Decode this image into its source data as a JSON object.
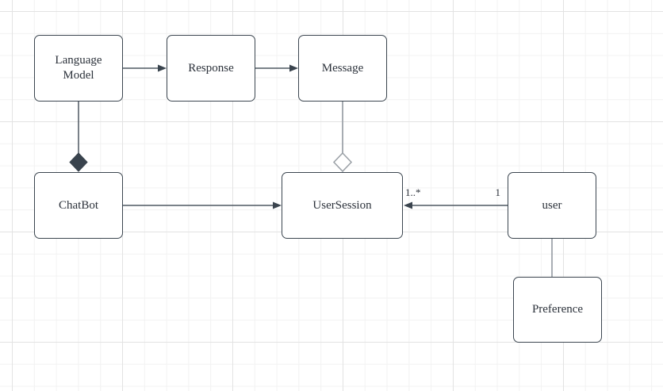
{
  "canvas": {
    "background_color": "#ffffff",
    "grid_minor_color": "#f2f2f2",
    "grid_major_color": "#e3e3e3"
  },
  "diagram": {
    "type": "uml-class-diagram",
    "nodes": [
      {
        "id": "language-model",
        "label": "Language Model"
      },
      {
        "id": "response",
        "label": "Response"
      },
      {
        "id": "message",
        "label": "Message"
      },
      {
        "id": "chatbot",
        "label": "ChatBot"
      },
      {
        "id": "user-session",
        "label": "UserSession"
      },
      {
        "id": "user",
        "label": "user"
      },
      {
        "id": "preference",
        "label": "Preference"
      }
    ],
    "edges": [
      {
        "from": "Language Model",
        "to": "Response",
        "type": "directed-arrow",
        "color": "#4e5862"
      },
      {
        "from": "Response",
        "to": "Message",
        "type": "directed-arrow",
        "color": "#4e5862"
      },
      {
        "from": "Language Model",
        "to": "ChatBot",
        "type": "composition-filled-diamond",
        "diamond_at": "ChatBot",
        "color": "#4e5862"
      },
      {
        "from": "Message",
        "to": "UserSession",
        "type": "aggregation-hollow-diamond",
        "diamond_at": "UserSession",
        "color": "#9aa0a6"
      },
      {
        "from": "ChatBot",
        "to": "UserSession",
        "type": "directed-arrow",
        "color": "#4e5862"
      },
      {
        "from": "user",
        "to": "UserSession",
        "type": "directed-arrow",
        "color": "#4e5862",
        "source_multiplicity": "1",
        "target_multiplicity": "1..*"
      },
      {
        "from": "user",
        "to": "Preference",
        "type": "plain-line",
        "color": "#9aa0a6"
      }
    ],
    "colors": {
      "node_border": "#3c4650",
      "node_fill": "#ffffff",
      "node_text": "#2b313a",
      "edge_dark": "#4e5862",
      "edge_gray": "#9aa0a6",
      "diamond_filled": "#39434d"
    }
  }
}
